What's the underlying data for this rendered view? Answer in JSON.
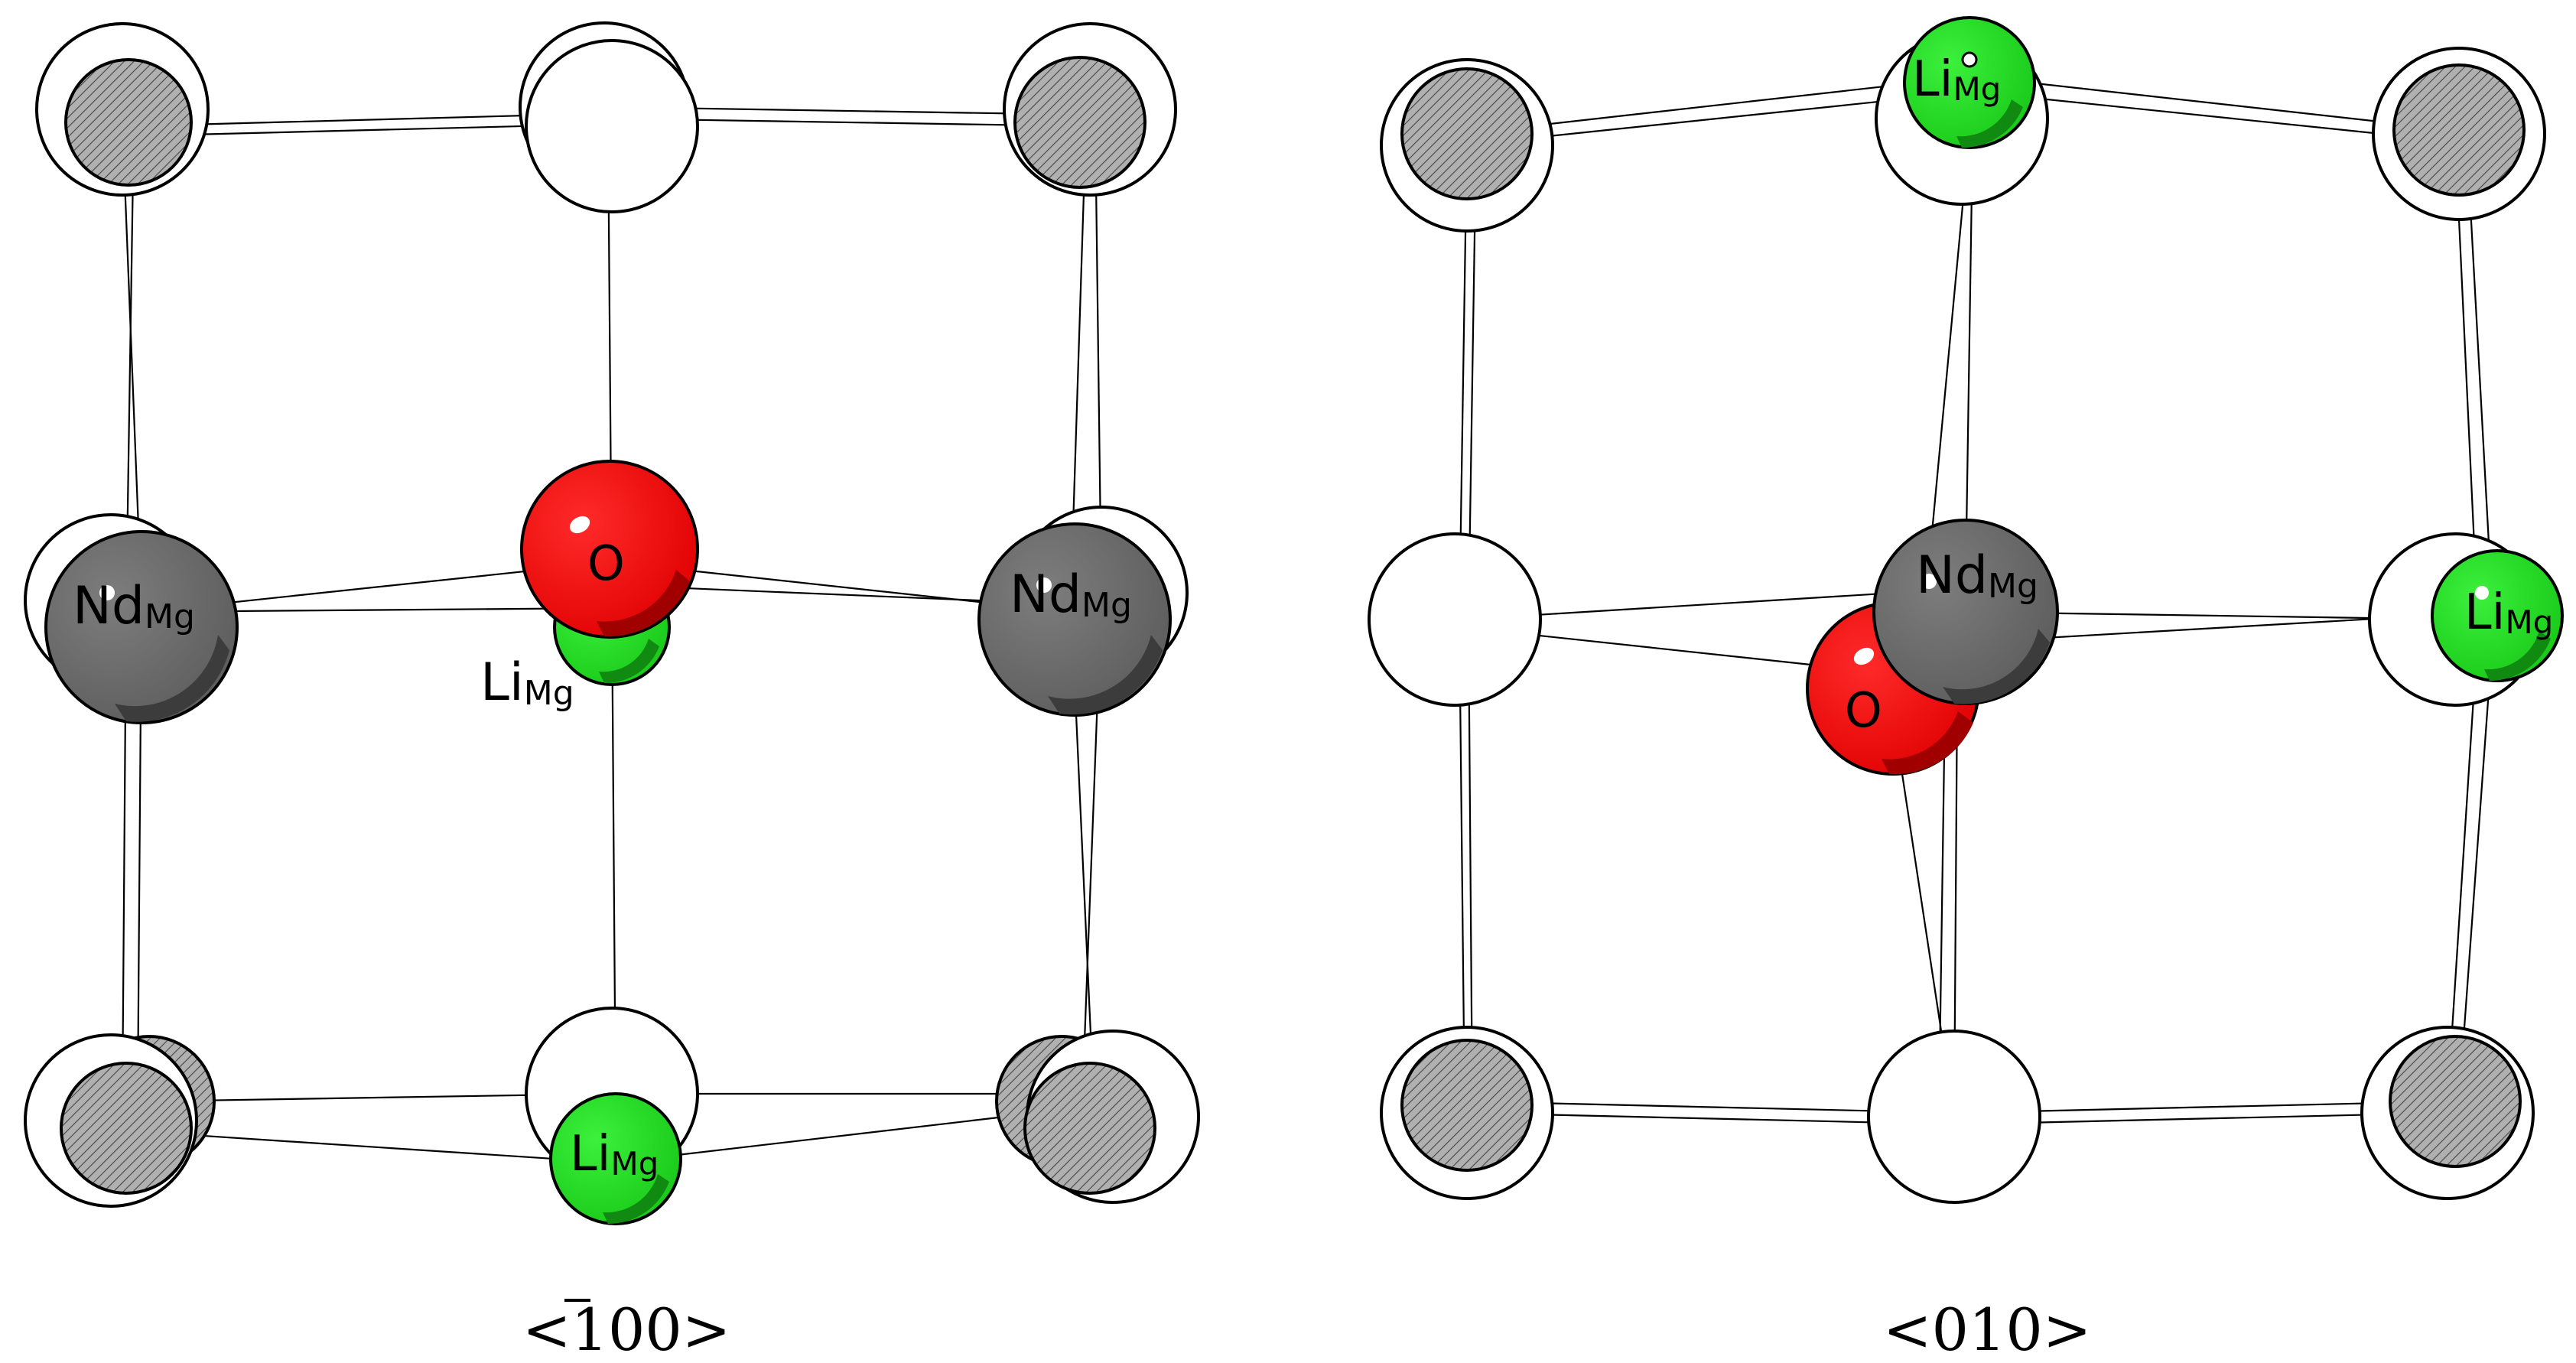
{
  "panels": [
    {
      "id": "left",
      "caption": {
        "prefix": "<",
        "bar_digit": "1",
        "rest": "00>"
      },
      "labels": {
        "nd_left": {
          "main": "Nd",
          "sub": "Mg"
        },
        "nd_right": {
          "main": "Nd",
          "sub": "Mg"
        },
        "o": {
          "main": "O",
          "sub": ""
        },
        "li_mid": {
          "main": "Li",
          "sub": "Mg"
        },
        "li_bottom": {
          "main": "Li",
          "sub": "Mg"
        }
      }
    },
    {
      "id": "right",
      "caption": {
        "prefix": "",
        "bar_digit": "",
        "rest": "<010>"
      },
      "labels": {
        "li_top": {
          "main": "Li",
          "sub": "Mg"
        },
        "nd": {
          "main": "Nd",
          "sub": "Mg"
        },
        "o": {
          "main": "O",
          "sub": ""
        },
        "li_right": {
          "main": "Li",
          "sub": "Mg"
        }
      }
    }
  ],
  "colors": {
    "nd_gray": "#6e6e6e",
    "nd_shadow": "#3c3c3c",
    "o_red": "#ff1010",
    "o_shadow": "#a00000",
    "li_green": "#22e022",
    "li_shadow": "#118a11",
    "hatch_fill": "#a8a8a8",
    "empty_site": "#ffffff"
  }
}
